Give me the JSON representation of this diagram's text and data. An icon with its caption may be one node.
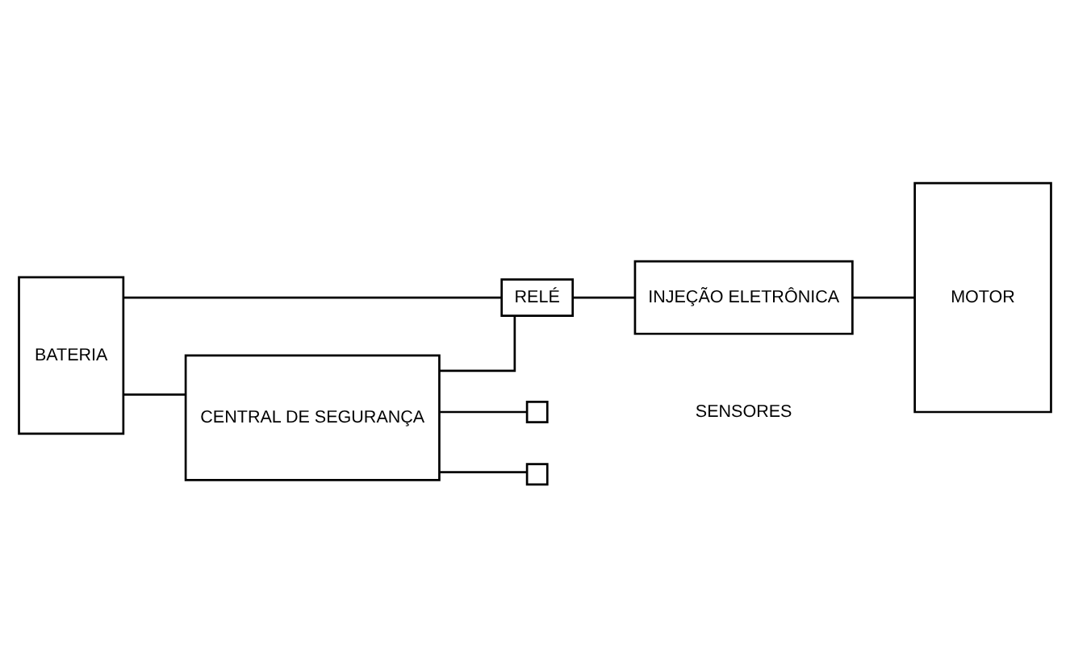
{
  "diagram": {
    "nodes": [
      {
        "text": [
          "BATERIA"
        ]
      },
      {
        "text": [
          "RELÉ"
        ]
      },
      {
        "text": [
          "INJEÇÃO ELETRÔNICA"
        ]
      },
      {
        "text": [
          "MOTOR"
        ]
      },
      {
        "text": [
          "CENTRAL DE SEGURANÇA"
        ]
      },
      {
        "text": [],
        "shape": "box"
      },
      {
        "text": [],
        "shape": "box"
      }
    ],
    "edges": [
      {
        "from": 0,
        "to": 1,
        "arrow": "none"
      },
      {
        "from": 0,
        "to": 4,
        "arrow": "none"
      },
      {
        "from": 1,
        "to": 2,
        "arrow": "none"
      },
      {
        "from": 2,
        "to": 3,
        "arrow": "none"
      },
      {
        "from": 4,
        "to": 1,
        "arrow": "none"
      },
      {
        "from": 4,
        "to": 5,
        "arrow": "none"
      },
      {
        "from": 4,
        "to": 6,
        "arrow": "none"
      }
    ],
    "labels": [
      "SENSORES"
    ]
  }
}
